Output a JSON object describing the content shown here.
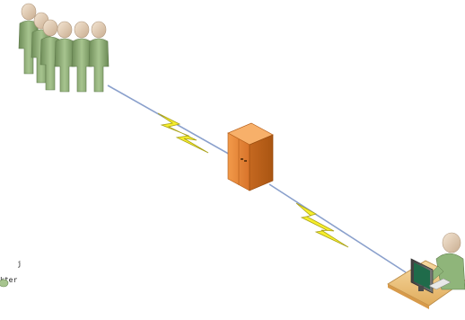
{
  "diagram": {
    "nodes": [
      {
        "id": "user-group",
        "label": "",
        "icon": "people-group-icon"
      },
      {
        "id": "server",
        "label": "",
        "icon": "server-cabinet-icon"
      },
      {
        "id": "workstation-user",
        "label": "",
        "icon": "user-at-computer-icon"
      }
    ],
    "links": [
      {
        "from": "user-group",
        "to": "server",
        "type": "wireless-lightning"
      },
      {
        "from": "server",
        "to": "workstation-user",
        "type": "wireless-lightning"
      }
    ],
    "edge_label": {
      "line1": "j",
      "line2": "kter"
    }
  },
  "colors": {
    "people_body": "#8fae7a",
    "people_head": "#e6d3bd",
    "server_main": "#ef8f3e",
    "server_dark": "#c86a20",
    "lightning": "#f7ef2a",
    "lightning_stroke": "#b9b21a",
    "cable": "#7f98c8",
    "desk": "#f2c98a",
    "monitor": "#5a5a5a",
    "worker_shirt": "#8fb57a",
    "worker_skin": "#e4cdb6"
  }
}
